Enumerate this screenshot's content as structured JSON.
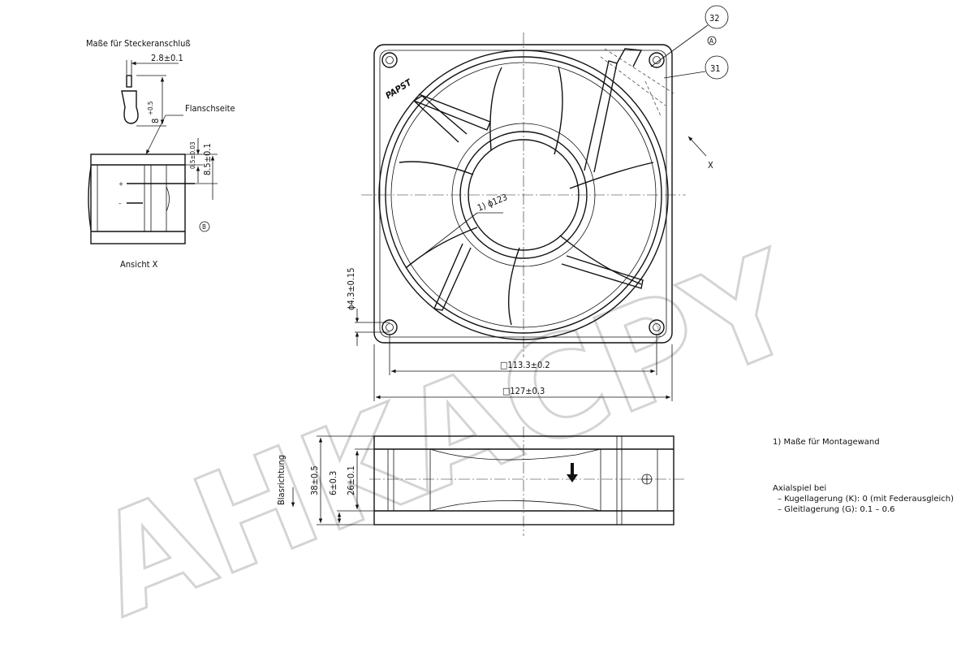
{
  "watermark": "AHKACPY",
  "logo": "PAPST",
  "connector": {
    "title": "Maße für Steckeranschluß",
    "pin_width": "2.8±0.1",
    "pin_length": "8",
    "pin_length_tol": "+0.5",
    "flange_label": "Flanschseite",
    "dim_a": "0.5±0.03",
    "dim_b": "8.5±0.1",
    "plus": "+",
    "minus": "–",
    "marker_b": "B",
    "view_label": "Ansicht X"
  },
  "front_view": {
    "callout_32": "32",
    "callout_31": "31",
    "marker_a": "A",
    "view_x": "X",
    "diameter_mount": "1) ϕ123",
    "hole_diameter": "ϕ4.3±0.15",
    "hole_spacing": "□113.3±0.2",
    "outer_size": "□127±0.3"
  },
  "side_view": {
    "airflow_label": "Blasrichtung",
    "height_total": "38±0.5",
    "height_flange": "6±0.3",
    "height_inner": "26±0.1"
  },
  "notes": {
    "footnote": "1) Maße für Montagewand",
    "axial_title": "Axialspiel bei",
    "axial_items": [
      "– Kugellagerung (K): 0 (mit Federausgleich)",
      "– Gleitlagerung (G): 0.1 – 0.6"
    ]
  }
}
